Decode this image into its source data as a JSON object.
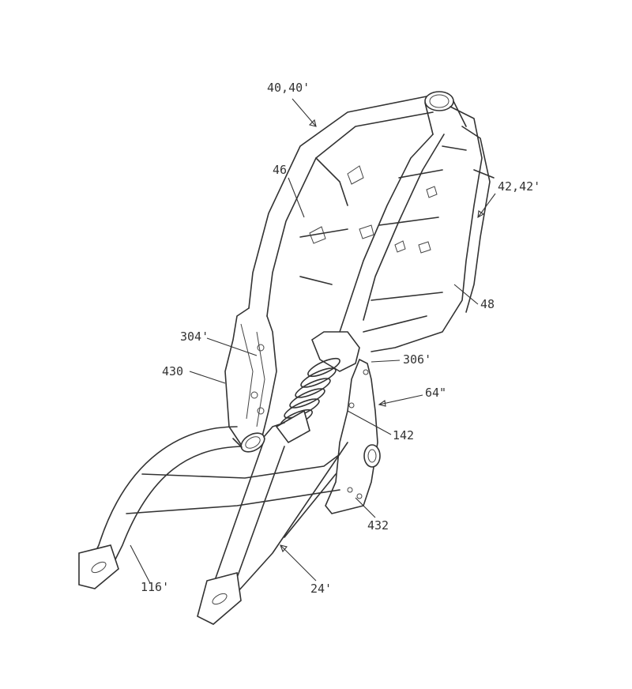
{
  "figure": {
    "labels": {
      "frame": "40,40'",
      "upper_tube": "46",
      "frame_right": "42,42'",
      "lower_tube": "48",
      "bracket_left": "304'",
      "bracket_right": "306'",
      "plate_left": "430",
      "pivot_assembly": "64\"",
      "shock": "142",
      "plate_right": "432",
      "swingarm_tube": "116'",
      "swingarm": "24'"
    }
  }
}
